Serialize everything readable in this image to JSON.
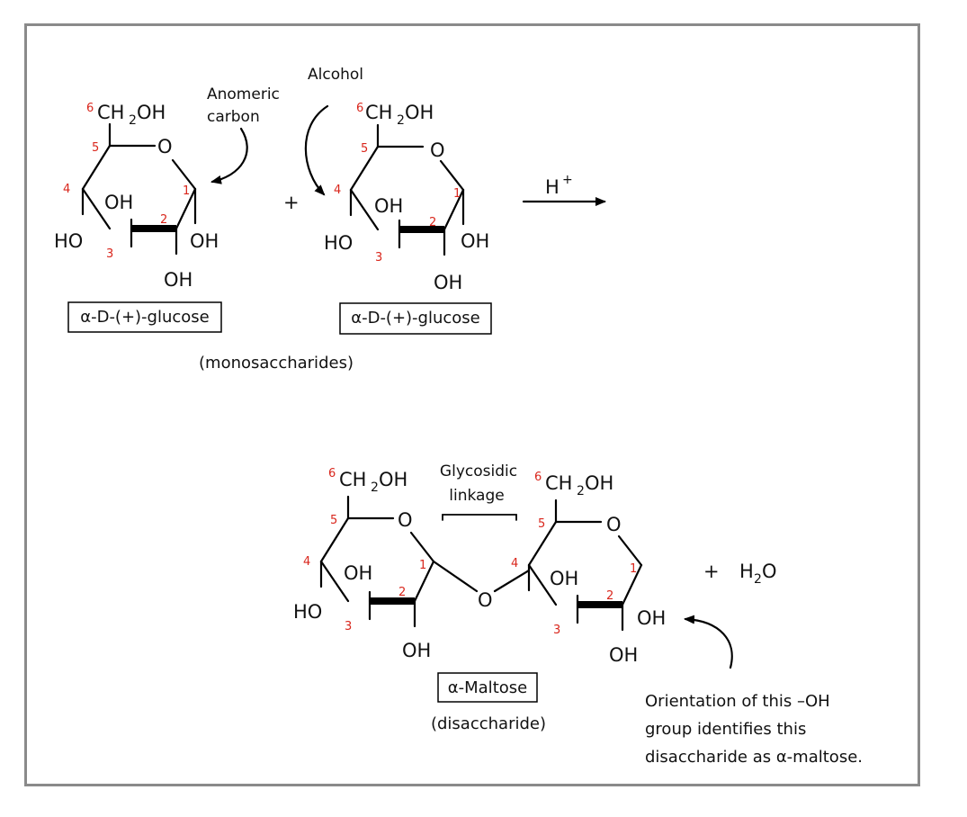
{
  "labels": {
    "alcohol": "Alcohol",
    "anomeric_line1": "Anomeric",
    "anomeric_line2": "carbon",
    "plus": "+",
    "catalyst_H": "H",
    "catalyst_sup": "+",
    "glucose_name": "α-D-(+)-glucose",
    "monosaccharides": "(monosaccharides)",
    "glycosidic_line1": "Glycosidic",
    "glycosidic_line2": "linkage",
    "maltose_name": "α-Maltose",
    "disaccharide": "(disaccharide)",
    "water_plus": "+",
    "water_H": "H",
    "water_2": "2",
    "water_O": "O",
    "orientation_line1": "Orientation of this –OH",
    "orientation_line2": "group identifies this",
    "orientation_line3": "disaccharide as α-maltose."
  },
  "ring": {
    "ch2oh_num": "6",
    "ch2oh_CH": "CH",
    "ch2oh_2": "2",
    "ch2oh_OH": "OH",
    "ring_O": "O",
    "oh": "OH",
    "ho": "HO",
    "n1": "1",
    "n2": "2",
    "n3": "3",
    "n4": "4",
    "n5": "5",
    "bridge_O": "O"
  },
  "colors": {
    "frame": "#8a8a8a",
    "carbon_numbers": "#d9261c",
    "bonds": "#000000"
  }
}
